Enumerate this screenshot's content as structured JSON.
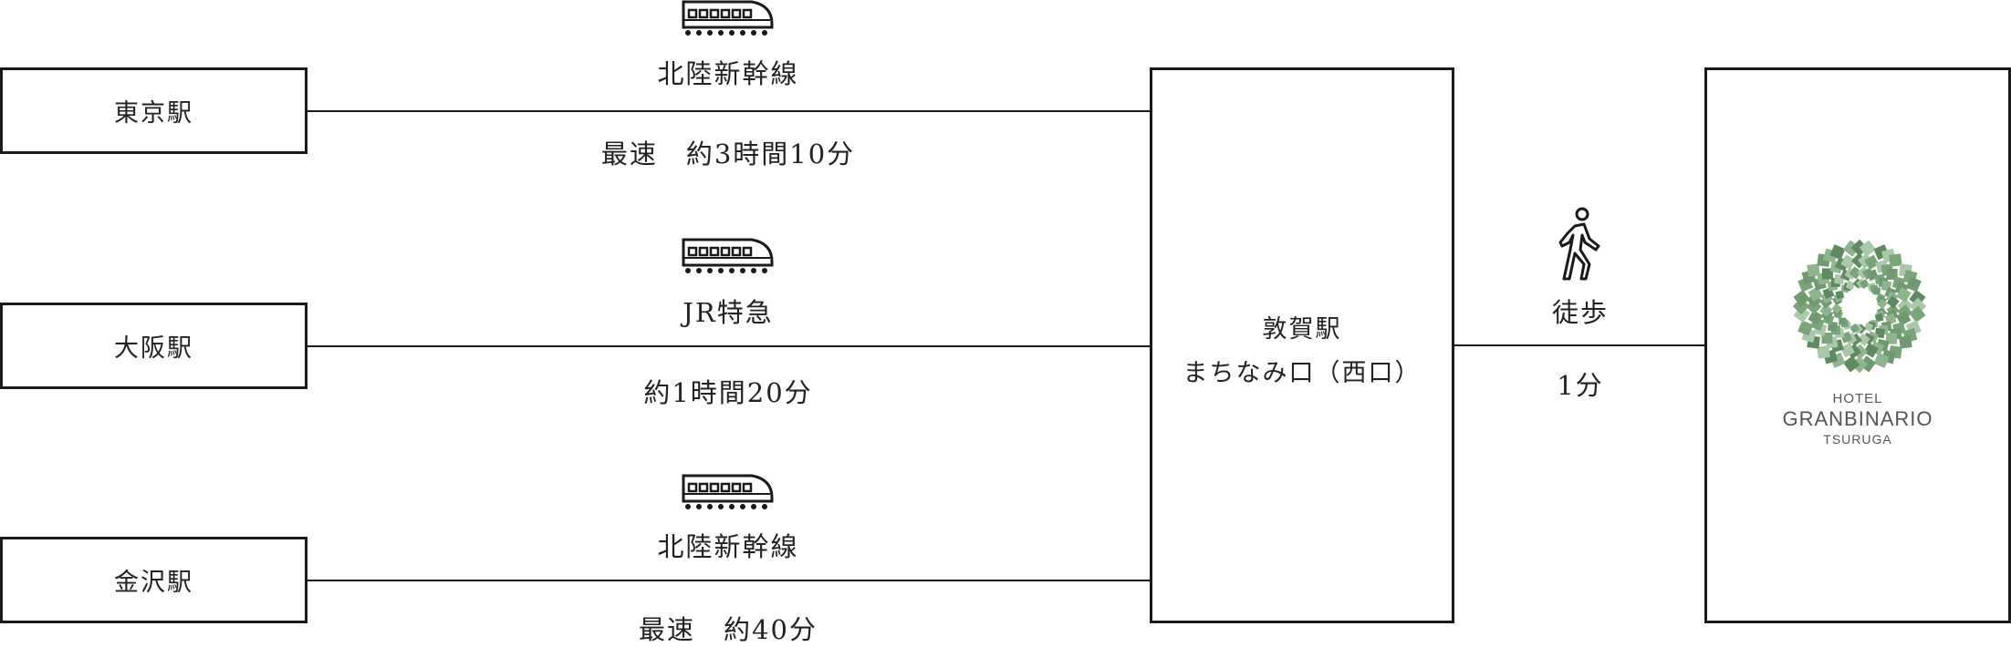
{
  "origins": [
    {
      "label": "東京駅"
    },
    {
      "label": "大阪駅"
    },
    {
      "label": "金沢駅"
    }
  ],
  "routes": [
    {
      "line_name": "北陸新幹線",
      "duration": "最速　約3時間10分",
      "icon": "train-icon"
    },
    {
      "line_name": "JR特急",
      "duration": "約1時間20分",
      "icon": "train-icon"
    },
    {
      "line_name": "北陸新幹線",
      "duration": "最速　約40分",
      "icon": "train-icon"
    }
  ],
  "station": {
    "name": "敦賀駅",
    "exit": "まちなみ口（西口）"
  },
  "walk": {
    "mode": "徒歩",
    "duration": "1分",
    "icon": "walking-person-icon"
  },
  "hotel": {
    "line1": "HOTEL",
    "line2": "GRANBINARIO",
    "line3": "TSURUGA",
    "logo_color": "#6f9a6f"
  }
}
